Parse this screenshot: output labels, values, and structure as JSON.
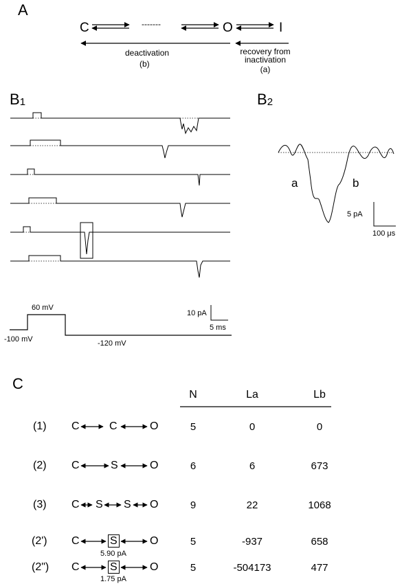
{
  "panelA": {
    "label": "A",
    "states": {
      "c": "C",
      "dots": "-------",
      "o": "O",
      "i": "I"
    },
    "deactivation": {
      "label": "deactivation",
      "sub": "(b)"
    },
    "recovery": {
      "line1": "recovery from",
      "line2": "inactivation",
      "sub": "(a)"
    }
  },
  "panelB1": {
    "label": "B",
    "label_sub": "1",
    "scale_current": "10 pA",
    "scale_time": "5 ms",
    "protocol": {
      "holding": "-100 mV",
      "step": "60 mV",
      "test": "-120 mV"
    }
  },
  "panelB2": {
    "label": "B",
    "label_sub": "2",
    "mark_a": "a",
    "mark_b": "b",
    "scale_current": "5 pA",
    "scale_time": "100 μs"
  },
  "panelC": {
    "label": "C",
    "headers": [
      "N",
      "La",
      "Lb"
    ],
    "rows": [
      {
        "id": "(1)",
        "states": [
          "C",
          "C",
          "O"
        ],
        "boxed": false,
        "note": "",
        "N": "5",
        "La": "0",
        "Lb": "0"
      },
      {
        "id": "(2)",
        "states": [
          "C",
          "S",
          "O"
        ],
        "boxed": false,
        "note": "",
        "N": "6",
        "La": "6",
        "Lb": "673"
      },
      {
        "id": "(3)",
        "states": [
          "C",
          "S",
          "S",
          "O"
        ],
        "boxed": false,
        "note": "",
        "N": "9",
        "La": "22",
        "Lb": "1068"
      },
      {
        "id": "(2')",
        "states": [
          "C",
          "S",
          "O"
        ],
        "boxed": true,
        "note": "5.90 pA",
        "N": "5",
        "La": "-937",
        "Lb": "658"
      },
      {
        "id": "(2\")",
        "states": [
          "C",
          "S",
          "O"
        ],
        "boxed": true,
        "note": "1.75 pA",
        "N": "5",
        "La": "-504173",
        "Lb": "477"
      }
    ]
  }
}
